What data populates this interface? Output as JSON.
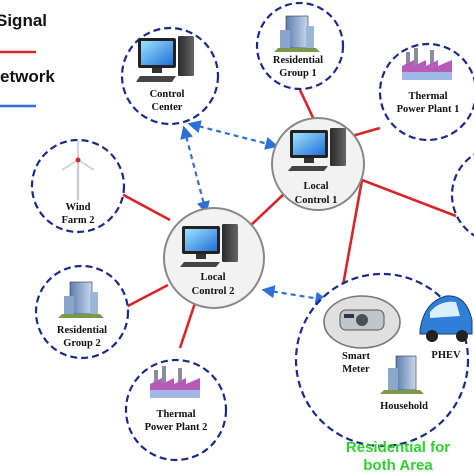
{
  "legend": {
    "signal_label": "Signal",
    "network_label": "etwork",
    "power_color": "#d8242b",
    "comm_color": "#2e6fd8"
  },
  "nodes": {
    "control_center": {
      "line1": "Control",
      "line2": "Center",
      "icon": "computer-icon"
    },
    "residential_group_1": {
      "line1": "Residential",
      "line2": "Group 1",
      "icon": "building-icon"
    },
    "thermal_plant_1": {
      "line1": "Thermal",
      "line2": "Power Plant 1",
      "icon": "factory-icon"
    },
    "wind_farm_2": {
      "line1": "Wind",
      "line2": "Farm 2",
      "icon": "wind-turbine-icon"
    },
    "local_control_1": {
      "line1": "Local",
      "line2": "Control 1",
      "icon": "computer-icon"
    },
    "local_control_2": {
      "line1": "Local",
      "line2": "Control 2",
      "icon": "computer-icon"
    },
    "residential_group_2": {
      "line1": "Residential",
      "line2": "Group 2",
      "icon": "building-icon"
    },
    "thermal_plant_2": {
      "line1": "Thermal",
      "line2": "Power Plant 2",
      "icon": "factory-icon"
    },
    "smart_meter": {
      "line1": "Smart",
      "line2": "Meter",
      "icon": "smart-meter-icon"
    },
    "phev": {
      "label": "PHEV",
      "icon": "electric-car-icon"
    },
    "household": {
      "label": "Household",
      "icon": "house-icon"
    }
  },
  "residential_area": {
    "line1": "Residential for",
    "line2": "both Area"
  }
}
